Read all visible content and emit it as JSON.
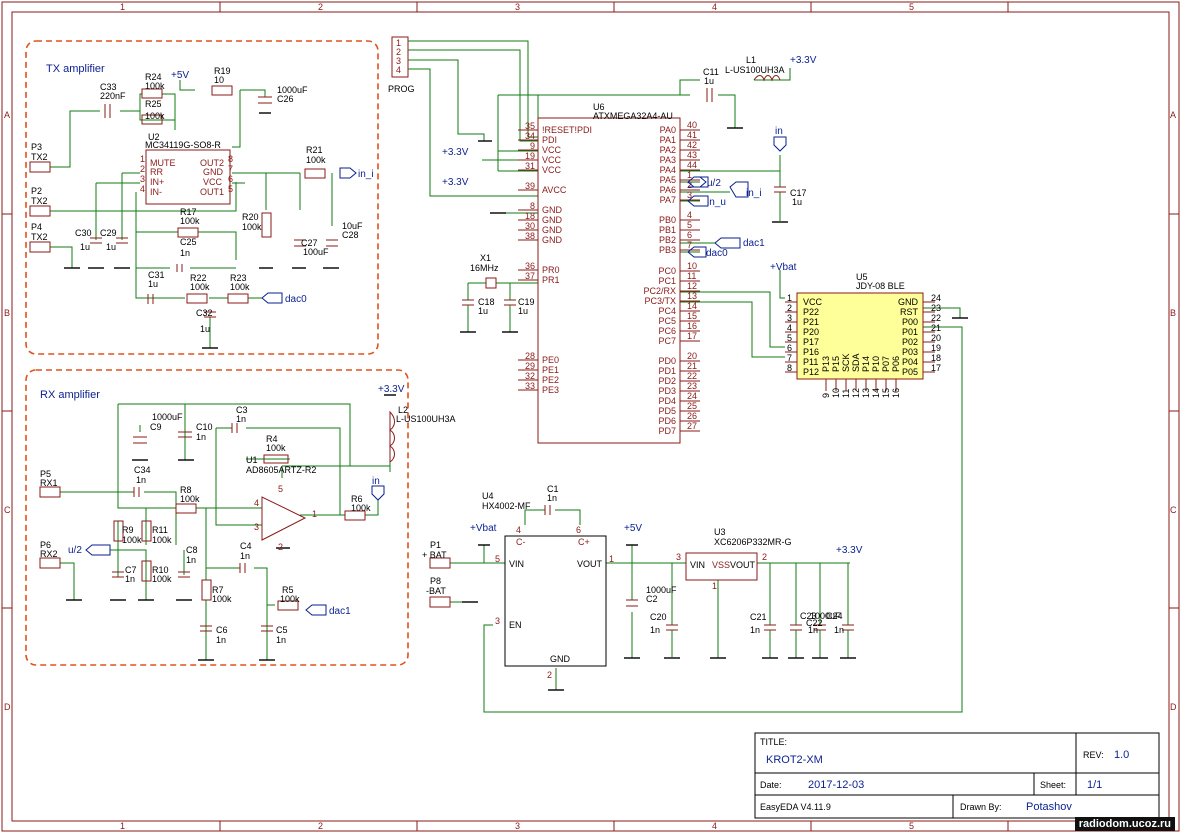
{
  "frame": {
    "cols": [
      "1",
      "2",
      "3",
      "4",
      "5"
    ],
    "rows": [
      "A",
      "B",
      "C",
      "D"
    ]
  },
  "blocks": {
    "tx_title": "TX amplifier",
    "rx_title": "RX amplifier"
  },
  "title_block": {
    "title_label": "TITLE:",
    "title": "KROT2-XM",
    "rev_label": "REV:",
    "rev": "1.0",
    "date_label": "Date:",
    "date": "2017-12-03",
    "sheet_label": "Sheet:",
    "sheet": "1/1",
    "tool": "EasyEDA V4.11.9",
    "drawn_label": "Drawn By:",
    "drawn": "Potashov"
  },
  "watermark": "radiodom.ucoz.ru",
  "components": {
    "u6": {
      "ref": "U6",
      "part": "ATXMEGA32A4-AU",
      "left_pins": [
        {
          "num": "35",
          "name": "!RESET!PDI"
        },
        {
          "num": "34",
          "name": "PDI"
        },
        {
          "num": "9",
          "name": "VCC"
        },
        {
          "num": "19",
          "name": "VCC"
        },
        {
          "num": "31",
          "name": "VCC"
        },
        {
          "num": "39",
          "name": "AVCC"
        },
        {
          "num": "8",
          "name": "GND"
        },
        {
          "num": "18",
          "name": "GND"
        },
        {
          "num": "30",
          "name": "GND"
        },
        {
          "num": "38",
          "name": "GND"
        },
        {
          "num": "36",
          "name": "PR0"
        },
        {
          "num": "37",
          "name": "PR1"
        },
        {
          "num": "28",
          "name": "PE0"
        },
        {
          "num": "29",
          "name": "PE1"
        },
        {
          "num": "32",
          "name": "PE2"
        },
        {
          "num": "33",
          "name": "PE3"
        }
      ],
      "right_pins": [
        {
          "num": "40",
          "name": "PA0"
        },
        {
          "num": "41",
          "name": "PA1"
        },
        {
          "num": "42",
          "name": "PA2"
        },
        {
          "num": "43",
          "name": "PA3"
        },
        {
          "num": "44",
          "name": "PA4"
        },
        {
          "num": "1",
          "name": "PA5"
        },
        {
          "num": "2",
          "name": "PA6"
        },
        {
          "num": "3",
          "name": "PA7"
        },
        {
          "num": "4",
          "name": "PB0"
        },
        {
          "num": "5",
          "name": "PB1"
        },
        {
          "num": "6",
          "name": "PB2"
        },
        {
          "num": "7",
          "name": "PB3"
        },
        {
          "num": "10",
          "name": "PC0"
        },
        {
          "num": "11",
          "name": "PC1"
        },
        {
          "num": "12",
          "name": "PC2/RX"
        },
        {
          "num": "13",
          "name": "PC3/TX"
        },
        {
          "num": "14",
          "name": "PC4"
        },
        {
          "num": "15",
          "name": "PC5"
        },
        {
          "num": "16",
          "name": "PC6"
        },
        {
          "num": "17",
          "name": "PC7"
        },
        {
          "num": "20",
          "name": "PD0"
        },
        {
          "num": "21",
          "name": "PD1"
        },
        {
          "num": "22",
          "name": "PD2"
        },
        {
          "num": "23",
          "name": "PD3"
        },
        {
          "num": "24",
          "name": "PD4"
        },
        {
          "num": "25",
          "name": "PD5"
        },
        {
          "num": "26",
          "name": "PD6"
        },
        {
          "num": "27",
          "name": "PD7"
        }
      ]
    },
    "u5": {
      "ref": "U5",
      "part": "JDY-08 BLE",
      "left": [
        {
          "num": "1",
          "name": "VCC"
        },
        {
          "num": "2",
          "name": "P22"
        },
        {
          "num": "3",
          "name": "P21"
        },
        {
          "num": "4",
          "name": "P20"
        },
        {
          "num": "5",
          "name": "P17"
        },
        {
          "num": "6",
          "name": "P16"
        },
        {
          "num": "7",
          "name": "P11"
        },
        {
          "num": "8",
          "name": "P12"
        }
      ],
      "right": [
        {
          "num": "24",
          "name": "GND"
        },
        {
          "num": "23",
          "name": "RST"
        },
        {
          "num": "22",
          "name": "P00"
        },
        {
          "num": "21",
          "name": "P01"
        },
        {
          "num": "20",
          "name": "P02"
        },
        {
          "num": "19",
          "name": "P03"
        },
        {
          "num": "18",
          "name": "P04"
        },
        {
          "num": "17",
          "name": "P05"
        }
      ],
      "bottom": [
        "P13",
        "P15",
        "SCK",
        "SDA",
        "P14",
        "P10",
        "P07",
        "P06"
      ],
      "bottom_nums": [
        "9",
        "10",
        "11",
        "12",
        "13",
        "14",
        "15",
        "16"
      ]
    },
    "u2": {
      "ref": "U2",
      "part": "MC34119G-SO8-R",
      "left": [
        {
          "num": "1",
          "name": "MUTE"
        },
        {
          "num": "2",
          "name": "RR"
        },
        {
          "num": "3",
          "name": "IN+"
        },
        {
          "num": "4",
          "name": "IN-"
        }
      ],
      "right": [
        {
          "num": "8",
          "name": "OUT2"
        },
        {
          "num": "7",
          "name": "GND"
        },
        {
          "num": "6",
          "name": "VCC"
        },
        {
          "num": "5",
          "name": "OUT1"
        }
      ]
    },
    "u1": {
      "ref": "U1",
      "part": "AD8605ARTZ-R2",
      "pins": [
        "4",
        "3",
        "1",
        "5",
        "2"
      ]
    },
    "u4": {
      "ref": "U4",
      "part": "HX4002-MF",
      "pins": [
        {
          "num": "4",
          "name": "C-"
        },
        {
          "num": "6",
          "name": "C+"
        },
        {
          "num": "5",
          "name": "VIN"
        },
        {
          "num": "1",
          "name": "VOUT"
        },
        {
          "num": "3",
          "name": "EN"
        },
        {
          "num": "2",
          "name": "GND"
        }
      ]
    },
    "u3": {
      "ref": "U3",
      "part": "XC6206P332MR-G",
      "pins": [
        {
          "num": "3",
          "name": "VIN"
        },
        {
          "num": "2",
          "name": "VOUT"
        },
        {
          "num": "1",
          "name": "VSS"
        }
      ]
    },
    "x1": {
      "ref": "X1",
      "value": "16MHz"
    },
    "l1": {
      "ref": "L1",
      "value": "L-US100UH3A"
    },
    "l2": {
      "ref": "L2",
      "value": "L-US100UH3A"
    },
    "prog": {
      "ref": "PROG",
      "pins": [
        "1",
        "2",
        "3",
        "4"
      ]
    },
    "connectors": [
      {
        "ref": "P3",
        "name": "TX2"
      },
      {
        "ref": "P2",
        "name": "TX2"
      },
      {
        "ref": "P4",
        "name": "TX2"
      },
      {
        "ref": "P5",
        "name": "RX1"
      },
      {
        "ref": "P6",
        "name": "RX2"
      },
      {
        "ref": "P1",
        "name": "+ BAT"
      },
      {
        "ref": "P8",
        "name": "-BAT"
      }
    ],
    "passives": [
      {
        "ref": "R24",
        "value": "100k"
      },
      {
        "ref": "R25",
        "value": "100k"
      },
      {
        "ref": "R19",
        "value": "10"
      },
      {
        "ref": "C33",
        "value": "220nF"
      },
      {
        "ref": "C26",
        "value": "1000uF"
      },
      {
        "ref": "R21",
        "value": "100k"
      },
      {
        "ref": "R17",
        "value": "100k"
      },
      {
        "ref": "R20",
        "value": "100k"
      },
      {
        "ref": "C25",
        "value": "1n"
      },
      {
        "ref": "C27",
        "value": "100uF"
      },
      {
        "ref": "C28",
        "value": "10uF"
      },
      {
        "ref": "C30",
        "value": "1u"
      },
      {
        "ref": "C29",
        "value": "1u"
      },
      {
        "ref": "C31",
        "value": "1u"
      },
      {
        "ref": "R22",
        "value": "100k"
      },
      {
        "ref": "R23",
        "value": "100k"
      },
      {
        "ref": "C32",
        "value": "1u"
      },
      {
        "ref": "C9",
        "value": "1000uF"
      },
      {
        "ref": "C10",
        "value": "1n"
      },
      {
        "ref": "C3",
        "value": "1n"
      },
      {
        "ref": "R4",
        "value": "100k"
      },
      {
        "ref": "C34",
        "value": "1n"
      },
      {
        "ref": "R8",
        "value": "100k"
      },
      {
        "ref": "R6",
        "value": "100k"
      },
      {
        "ref": "R9",
        "value": "100k"
      },
      {
        "ref": "R11",
        "value": "100k"
      },
      {
        "ref": "C7",
        "value": "1n"
      },
      {
        "ref": "R10",
        "value": "100k"
      },
      {
        "ref": "C8",
        "value": "1n"
      },
      {
        "ref": "C4",
        "value": "1n"
      },
      {
        "ref": "R7",
        "value": "100k"
      },
      {
        "ref": "R5",
        "value": "100k"
      },
      {
        "ref": "C6",
        "value": "1n"
      },
      {
        "ref": "C5",
        "value": "1n"
      },
      {
        "ref": "C11",
        "value": "1u"
      },
      {
        "ref": "C17",
        "value": "1u"
      },
      {
        "ref": "C18",
        "value": "1u"
      },
      {
        "ref": "C19",
        "value": "1u"
      },
      {
        "ref": "C1",
        "value": "1n"
      },
      {
        "ref": "C2",
        "value": "1000uF"
      },
      {
        "ref": "C20",
        "value": "1n"
      },
      {
        "ref": "C21",
        "value": "1n"
      },
      {
        "ref": "C22",
        "value": "1n"
      },
      {
        "ref": "C23",
        "value": "1000uF"
      },
      {
        "ref": "C24",
        "value": "1n"
      }
    ]
  },
  "net_labels": {
    "in_i": "in_i",
    "in_u": "in_u",
    "u2": "u/2",
    "dac0": "dac0",
    "dac1": "dac1",
    "in": "in"
  },
  "power": {
    "p5v": "+5V",
    "p33": "+3.3V",
    "vbat": "+Vbat"
  }
}
